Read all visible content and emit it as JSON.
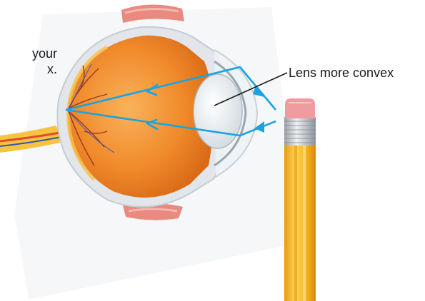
{
  "caption_fragment": {
    "line1": "your",
    "line2": "x."
  },
  "labels": {
    "lens": "Lens more convex"
  },
  "colors": {
    "light_ray": "#1aa3e0",
    "eyeball": "#f08a2a",
    "sclera": "#e2e6ea",
    "lens": "#e8eef2",
    "muscle": "#e98a80",
    "pencil_body": "#f7b41d",
    "pencil_ferrule": "#c9ccd0",
    "pencil_eraser": "#ef9ba0"
  },
  "icons": [
    "eye-illustration",
    "pencil-illustration"
  ]
}
